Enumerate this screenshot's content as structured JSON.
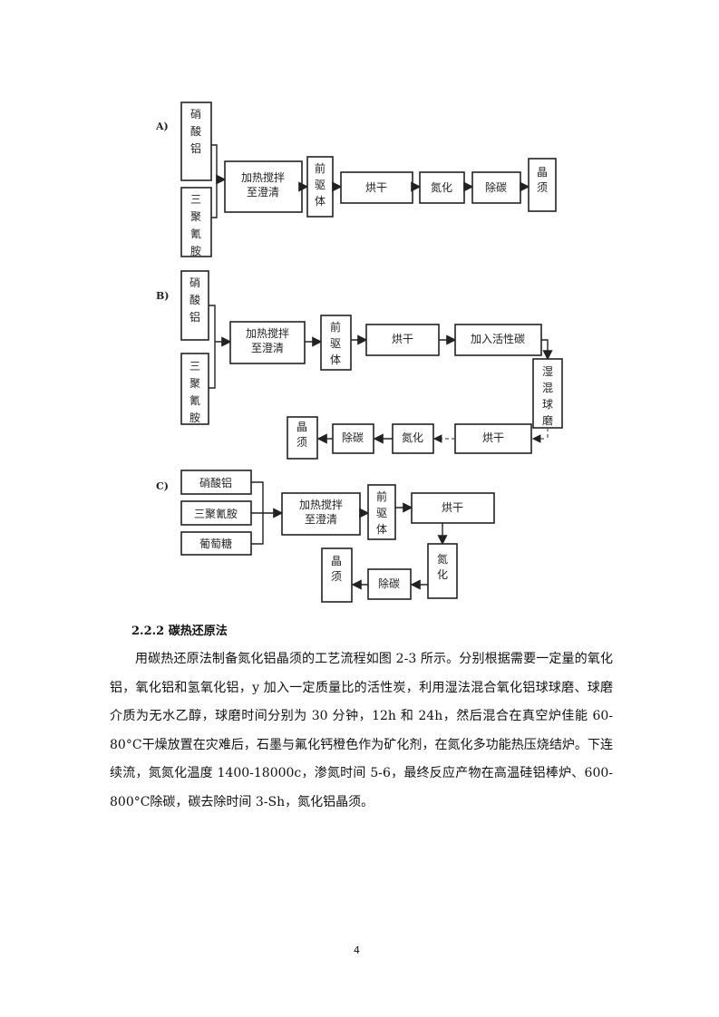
{
  "figure": {
    "caption_fragment": "",
    "panels": [
      {
        "label": "A)",
        "inputs": [
          "硝酸铝",
          "三聚氰胺"
        ],
        "steps": [
          "加热搅拌至澄清",
          "前驱体",
          "烘干",
          "氮化",
          "除碳",
          "晶须"
        ]
      },
      {
        "label": "B)",
        "inputs": [
          "硝酸铝",
          "三聚氰胺"
        ],
        "steps": [
          "加热搅拌至澄清",
          "前驱体",
          "烘干",
          "加入活性碳",
          "湿混球磨",
          "烘干",
          "氮化",
          "除碳",
          "晶须"
        ]
      },
      {
        "label": "C)",
        "inputs": [
          "硝酸铝",
          "三聚氰胺",
          "葡萄糖"
        ],
        "steps": [
          "加热搅拌至澄清",
          "前驱体",
          "烘干",
          "氮化",
          "除碳",
          "晶须"
        ]
      }
    ]
  },
  "section": {
    "heading": "2.2.2 碳热还原法",
    "paragraph": "用碳热还原法制备氮化铝晶须的工艺流程如图 2-3 所示。分别根据需要一定量的氧化铝，氧化铝和氢氧化铝，y 加入一定质量比的活性炭，利用湿法混合氧化铝球球磨、球磨介质为无水乙醇，球磨时间分别为 30 分钟，12h 和 24h，然后混合在真空炉佳能 60-80°C干燥放置在灾难后，石墨与氟化钙橙色作为矿化剂，在氮化多功能热压烧结炉。下连续流，氮氮化温度 1400-18000c，渗氮时间 5-6，最终反应产物在高温硅铝棒炉、600-800°C除碳，碳去除时间 3-Sh，氮化铝晶须。"
  },
  "page_number": "4"
}
